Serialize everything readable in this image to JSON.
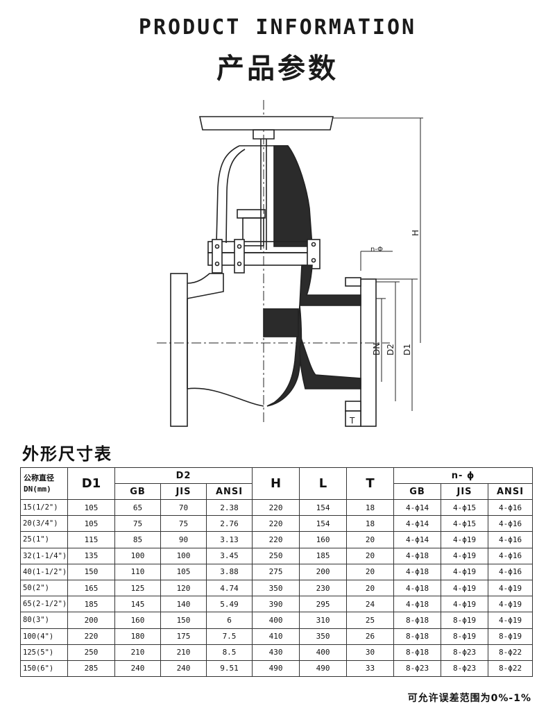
{
  "header": {
    "title_en": "PRODUCT INFORMATION",
    "title_cn": "产品参数"
  },
  "drawing_labels": {
    "H": "H",
    "n_phi": "n-Φ",
    "DN": "DN",
    "D2": "D2",
    "D1": "D1",
    "T": "T"
  },
  "table": {
    "section_title": "外形尺寸表",
    "header": {
      "dn_line1": "公称直径",
      "dn_line2": "DN(mm)",
      "D1": "D1",
      "D2": "D2",
      "H": "H",
      "L": "L",
      "T": "T",
      "n_phi": "n- ϕ",
      "GB": "GB",
      "JIS": "JIS",
      "ANSI": "ANSI"
    },
    "rows": [
      {
        "dn": "15(1/2\")",
        "d1": "105",
        "d2_gb": "65",
        "d2_jis": "70",
        "d2_ansi": "2.38",
        "h": "220",
        "l": "154",
        "t": "18",
        "n_gb": "4-ϕ14",
        "n_jis": "4-ϕ15",
        "n_ansi": "4-ϕ16"
      },
      {
        "dn": "20(3/4\")",
        "d1": "105",
        "d2_gb": "75",
        "d2_jis": "75",
        "d2_ansi": "2.76",
        "h": "220",
        "l": "154",
        "t": "18",
        "n_gb": "4-ϕ14",
        "n_jis": "4-ϕ15",
        "n_ansi": "4-ϕ16"
      },
      {
        "dn": "25(1\")",
        "d1": "115",
        "d2_gb": "85",
        "d2_jis": "90",
        "d2_ansi": "3.13",
        "h": "220",
        "l": "160",
        "t": "20",
        "n_gb": "4-ϕ14",
        "n_jis": "4-ϕ19",
        "n_ansi": "4-ϕ16"
      },
      {
        "dn": "32(1-1/4\")",
        "d1": "135",
        "d2_gb": "100",
        "d2_jis": "100",
        "d2_ansi": "3.45",
        "h": "250",
        "l": "185",
        "t": "20",
        "n_gb": "4-ϕ18",
        "n_jis": "4-ϕ19",
        "n_ansi": "4-ϕ16"
      },
      {
        "dn": "40(1-1/2\")",
        "d1": "150",
        "d2_gb": "110",
        "d2_jis": "105",
        "d2_ansi": "3.88",
        "h": "275",
        "l": "200",
        "t": "20",
        "n_gb": "4-ϕ18",
        "n_jis": "4-ϕ19",
        "n_ansi": "4-ϕ16"
      },
      {
        "dn": "50(2\")",
        "d1": "165",
        "d2_gb": "125",
        "d2_jis": "120",
        "d2_ansi": "4.74",
        "h": "350",
        "l": "230",
        "t": "20",
        "n_gb": "4-ϕ18",
        "n_jis": "4-ϕ19",
        "n_ansi": "4-ϕ19"
      },
      {
        "dn": "65(2-1/2\")",
        "d1": "185",
        "d2_gb": "145",
        "d2_jis": "140",
        "d2_ansi": "5.49",
        "h": "390",
        "l": "295",
        "t": "24",
        "n_gb": "4-ϕ18",
        "n_jis": "4-ϕ19",
        "n_ansi": "4-ϕ19"
      },
      {
        "dn": "80(3\")",
        "d1": "200",
        "d2_gb": "160",
        "d2_jis": "150",
        "d2_ansi": "6",
        "h": "400",
        "l": "310",
        "t": "25",
        "n_gb": "8-ϕ18",
        "n_jis": "8-ϕ19",
        "n_ansi": "4-ϕ19"
      },
      {
        "dn": "100(4\")",
        "d1": "220",
        "d2_gb": "180",
        "d2_jis": "175",
        "d2_ansi": "7.5",
        "h": "410",
        "l": "350",
        "t": "26",
        "n_gb": "8-ϕ18",
        "n_jis": "8-ϕ19",
        "n_ansi": "8-ϕ19"
      },
      {
        "dn": "125(5\")",
        "d1": "250",
        "d2_gb": "210",
        "d2_jis": "210",
        "d2_ansi": "8.5",
        "h": "430",
        "l": "400",
        "t": "30",
        "n_gb": "8-ϕ18",
        "n_jis": "8-ϕ23",
        "n_ansi": "8-ϕ22"
      },
      {
        "dn": "150(6\")",
        "d1": "285",
        "d2_gb": "240",
        "d2_jis": "240",
        "d2_ansi": "9.51",
        "h": "490",
        "l": "490",
        "t": "33",
        "n_gb": "8-ϕ23",
        "n_jis": "8-ϕ23",
        "n_ansi": "8-ϕ22"
      }
    ]
  },
  "footnote": "可允许误差范围为0%-1%"
}
